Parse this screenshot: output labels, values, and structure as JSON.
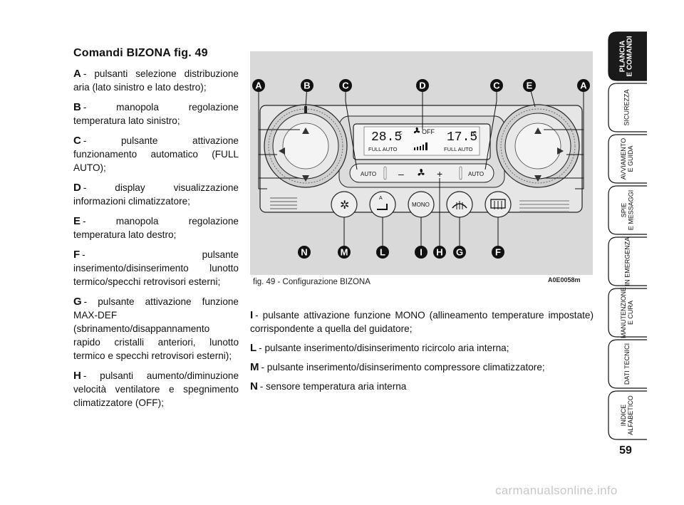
{
  "section_title": "Comandi BIZONA fig. 49",
  "items_left": [
    {
      "letter": "A",
      "text": "- pulsanti selezione distribuzione aria (lato sinistro e lato destro);"
    },
    {
      "letter": "B",
      "text": "- manopola regolazione temperatura lato sinistro;"
    },
    {
      "letter": "C",
      "text": "- pulsante attivazione funzionamento automatico (FULL AUTO);"
    },
    {
      "letter": "D",
      "text": "- display visualizzazione informazioni climatizzatore;"
    },
    {
      "letter": "E",
      "text": "- manopola regolazione temperatura lato destro;"
    },
    {
      "letter": "F",
      "text": "- pulsante inserimento/disinserimento lunotto termico/specchi retrovisori esterni;"
    },
    {
      "letter": "G",
      "text": "- pulsante attivazione funzione MAX-DEF (sbrinamento/disappannamento rapido cristalli anteriori, lunotto termico e specchi retrovisori esterni);"
    },
    {
      "letter": "H",
      "text": "- pulsanti aumento/diminuzione velocità ventilatore e spegnimento climatizzatore (OFF);"
    }
  ],
  "items_right": [
    {
      "letter": "I",
      "text": "- pulsante attivazione funzione MONO (allineamento temperature impostate) corrispondente a quella del guidatore;"
    },
    {
      "letter": "L",
      "text": "- pulsante inserimento/disinserimento ricircolo aria interna;"
    },
    {
      "letter": "M",
      "text": "- pulsante inserimento/disinserimento compressore climatizzatore;"
    },
    {
      "letter": "N",
      "text": "- sensore temperatura aria interna"
    }
  ],
  "figure": {
    "caption": "fig. 49 - Configurazione BIZONA",
    "code": "A0E0058m",
    "top_labels": [
      "A",
      "B",
      "C",
      "D",
      "C",
      "E",
      "A"
    ],
    "bottom_labels": [
      "N",
      "M",
      "L",
      "I",
      "H",
      "G",
      "F"
    ],
    "display": {
      "left_temp": "28.5",
      "right_temp": "17.5",
      "unit": "°C",
      "fan_status": "OFF",
      "left_mode": "FULL AUTO",
      "right_mode": "FULL AUTO"
    },
    "buttons": {
      "auto_left": "AUTO",
      "auto_right": "AUTO",
      "minus": "–",
      "plus": "+",
      "mono": "MONO",
      "recirc_letter": "A"
    }
  },
  "tabs": [
    {
      "label": "PLANCIA\nE COMANDI",
      "active": true
    },
    {
      "label": "SICUREZZA",
      "active": false
    },
    {
      "label": "AVVIAMENTO\nE GUIDA",
      "active": false
    },
    {
      "label": "SPIE\nE MESSAGGI",
      "active": false
    },
    {
      "label": "IN EMERGENZA",
      "active": false
    },
    {
      "label": "MANUTENZIONE\nE CURA",
      "active": false
    },
    {
      "label": "DATI TECNICI",
      "active": false
    },
    {
      "label": "INDICE\nALFABETICO",
      "active": false
    }
  ],
  "page_number": "59",
  "watermark": "carmanualsonline.info",
  "colors": {
    "tab_active": "#1a1a1a",
    "figure_bg": "#d9d9d9",
    "label_circle": "#111111"
  }
}
